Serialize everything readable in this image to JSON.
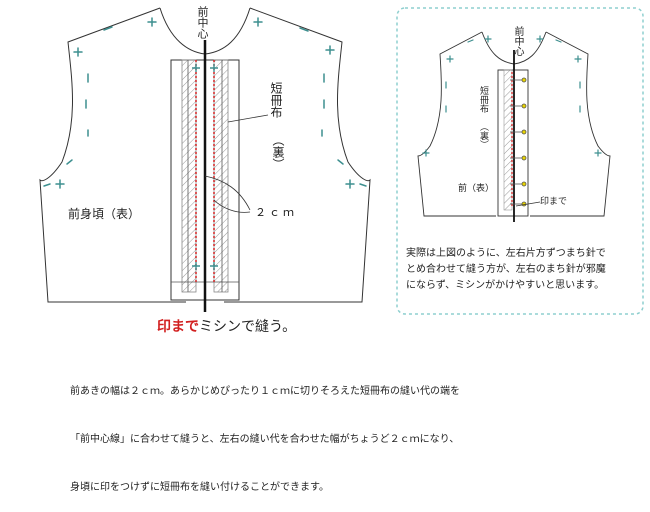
{
  "main": {
    "label_front_center": "前中心",
    "label_placket": "短冊布",
    "label_ura": "（裏）",
    "label_width": "２ｃｍ",
    "label_body": "前身頃（表）",
    "stitch_note_red": "印まで",
    "stitch_note_rest": "ミシンで縫う。"
  },
  "inset": {
    "label_front_center": "前中心",
    "label_placket": "短冊布",
    "label_ura": "（裏）",
    "label_body": "前（表）",
    "label_mark": "印まで",
    "note_lines": [
      "実際は上図のように、左右片方ずつまち針で",
      "とめ合わせて縫う方が、左右のまち針が邪魔",
      "にならず、ミシンがかけやすいと思います。"
    ]
  },
  "caption_lines": [
    "前あきの幅は２ｃｍ。あらかじめぴったり１ｃｍに切りそろえた短冊布の縫い代の端を",
    "「前中心線」に合わせて縫うと、左右の縫い代を合わせた幅がちょうど２ｃｍになり、",
    "身頃に印をつけずに短冊布を縫い付けることができます。"
  ],
  "colors": {
    "outline": "#333333",
    "seam_mark": "#3d8f8f",
    "stitch": "#d22020",
    "inset_border": "#8ecfcf",
    "pin_head": "#e8d400",
    "hatch": "#999999"
  }
}
